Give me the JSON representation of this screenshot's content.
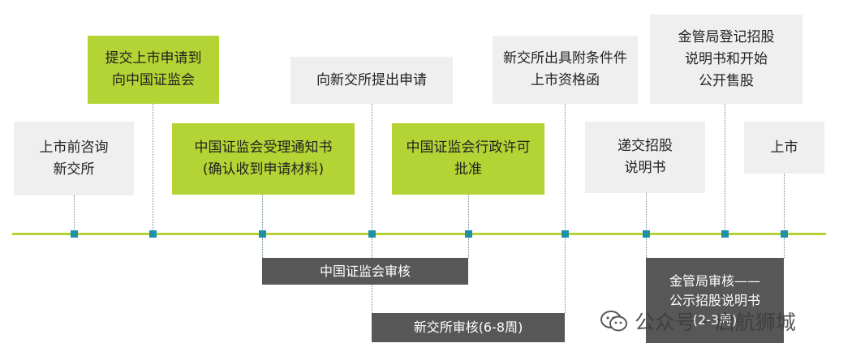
{
  "diagram": {
    "above_boxes": [
      {
        "id": "pre-consult",
        "text": "上市前咨询\n新交所",
        "style": "grey"
      },
      {
        "id": "submit-csrc",
        "text": "提交上市申请到\n向中国证监会",
        "style": "green"
      },
      {
        "id": "csrc-notice",
        "text": "中国证监会受理通知书\n(确认收到申请材料)",
        "style": "green"
      },
      {
        "id": "apply-sgx",
        "text": "向新交所提出申请",
        "style": "grey"
      },
      {
        "id": "csrc-approval",
        "text": "中国证监会行政许可\n批准",
        "style": "green"
      },
      {
        "id": "sgx-eligibility",
        "text": "新交所出具附条件件\n上市资格函",
        "style": "grey"
      },
      {
        "id": "lodge-prospectus",
        "text": "递交招股\n说明书",
        "style": "grey"
      },
      {
        "id": "mas-register",
        "text": "金管局登记招股\n说明书和开始\n公开售股",
        "style": "grey"
      },
      {
        "id": "listing",
        "text": "上市",
        "style": "grey"
      }
    ],
    "below_boxes": [
      {
        "id": "csrc-review",
        "text": "中国证监会审核"
      },
      {
        "id": "sgx-review",
        "text": "新交所审核(6-8周)"
      },
      {
        "id": "mas-review",
        "text": "金管局审核——\n公示招股说明书\n(2-3周)"
      }
    ],
    "colors": {
      "green": "#b4d334",
      "grey": "#efefef",
      "dark": "#575757",
      "marker": "#1e90a8"
    }
  },
  "watermark": {
    "text": "公众号 · 启航狮城",
    "icon": "wechat-icon"
  }
}
